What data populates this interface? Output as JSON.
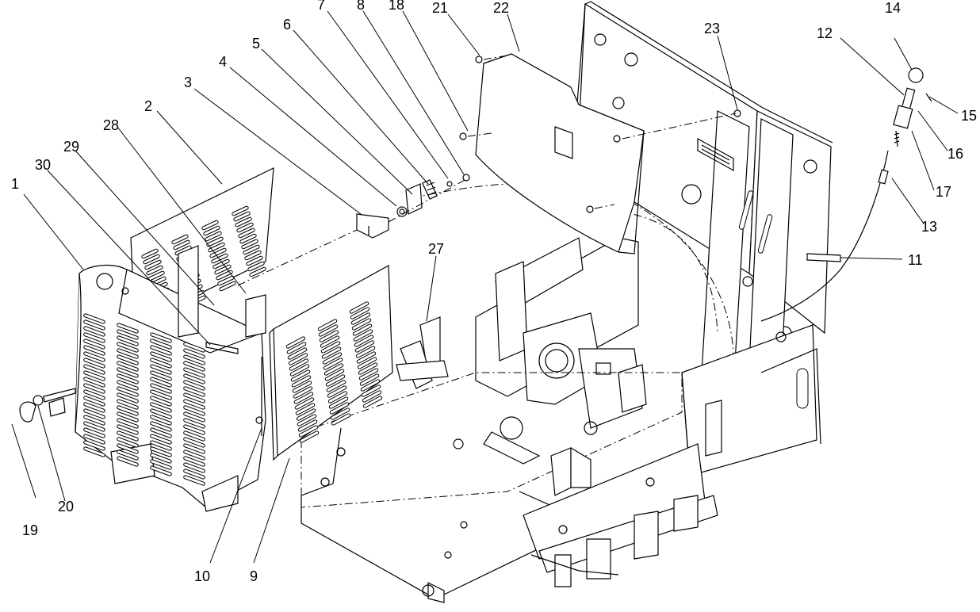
{
  "figure": {
    "callouts": [
      {
        "id": "c1",
        "label": "1"
      },
      {
        "id": "c2",
        "label": "2"
      },
      {
        "id": "c3",
        "label": "3"
      },
      {
        "id": "c4",
        "label": "4"
      },
      {
        "id": "c5",
        "label": "5"
      },
      {
        "id": "c6",
        "label": "6"
      },
      {
        "id": "c7",
        "label": "7"
      },
      {
        "id": "c8",
        "label": "8"
      },
      {
        "id": "c9",
        "label": "9"
      },
      {
        "id": "c10",
        "label": "10"
      },
      {
        "id": "c11",
        "label": "11"
      },
      {
        "id": "c12",
        "label": "12"
      },
      {
        "id": "c13",
        "label": "13"
      },
      {
        "id": "c14",
        "label": "14"
      },
      {
        "id": "c15",
        "label": "15"
      },
      {
        "id": "c16",
        "label": "16"
      },
      {
        "id": "c17",
        "label": "17"
      },
      {
        "id": "c18",
        "label": "18"
      },
      {
        "id": "c19",
        "label": "19"
      },
      {
        "id": "c20",
        "label": "20"
      },
      {
        "id": "c21",
        "label": "21"
      },
      {
        "id": "c22",
        "label": "22"
      },
      {
        "id": "c23",
        "label": "23"
      },
      {
        "id": "c27",
        "label": "27"
      },
      {
        "id": "c28",
        "label": "28"
      },
      {
        "id": "c29",
        "label": "29"
      },
      {
        "id": "c30",
        "label": "30"
      }
    ]
  }
}
